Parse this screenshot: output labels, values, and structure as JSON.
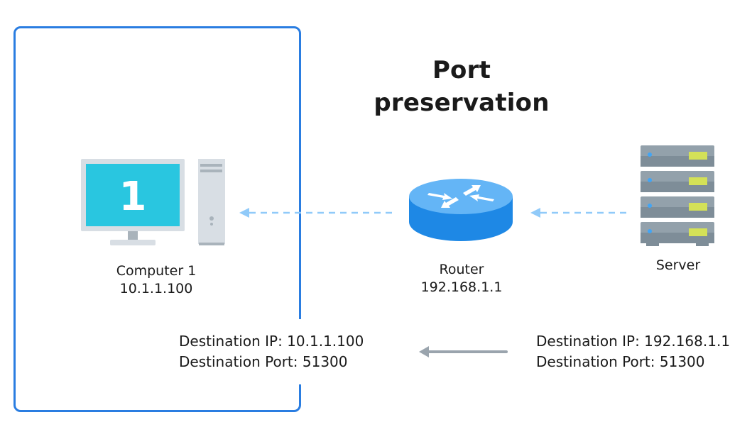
{
  "title_line1": "Port",
  "title_line2": "preservation",
  "nodes": {
    "computer": {
      "name": "Computer 1",
      "ip": "10.1.1.100",
      "screen_number": "1"
    },
    "router": {
      "name": "Router",
      "ip": "192.168.1.1"
    },
    "server": {
      "name": "Server"
    }
  },
  "packets": {
    "inbound_before": {
      "dest_ip_line": "Destination IP: 192.168.1.1",
      "dest_port_line": "Destination Port: 51300"
    },
    "inbound_after": {
      "dest_ip_line": "Destination IP: 10.1.1.100",
      "dest_port_line": "Destination Port: 51300"
    }
  },
  "colors": {
    "boundary": "#2a7de1",
    "monitor_screen": "#29c6e0",
    "router_top": "#64b5f6",
    "router_side": "#1e88e5",
    "server_body": "#8d9ca6",
    "server_led": "#d4e157",
    "dashed_arrow": "#90caf9",
    "solid_arrow": "#9aa4ad"
  }
}
